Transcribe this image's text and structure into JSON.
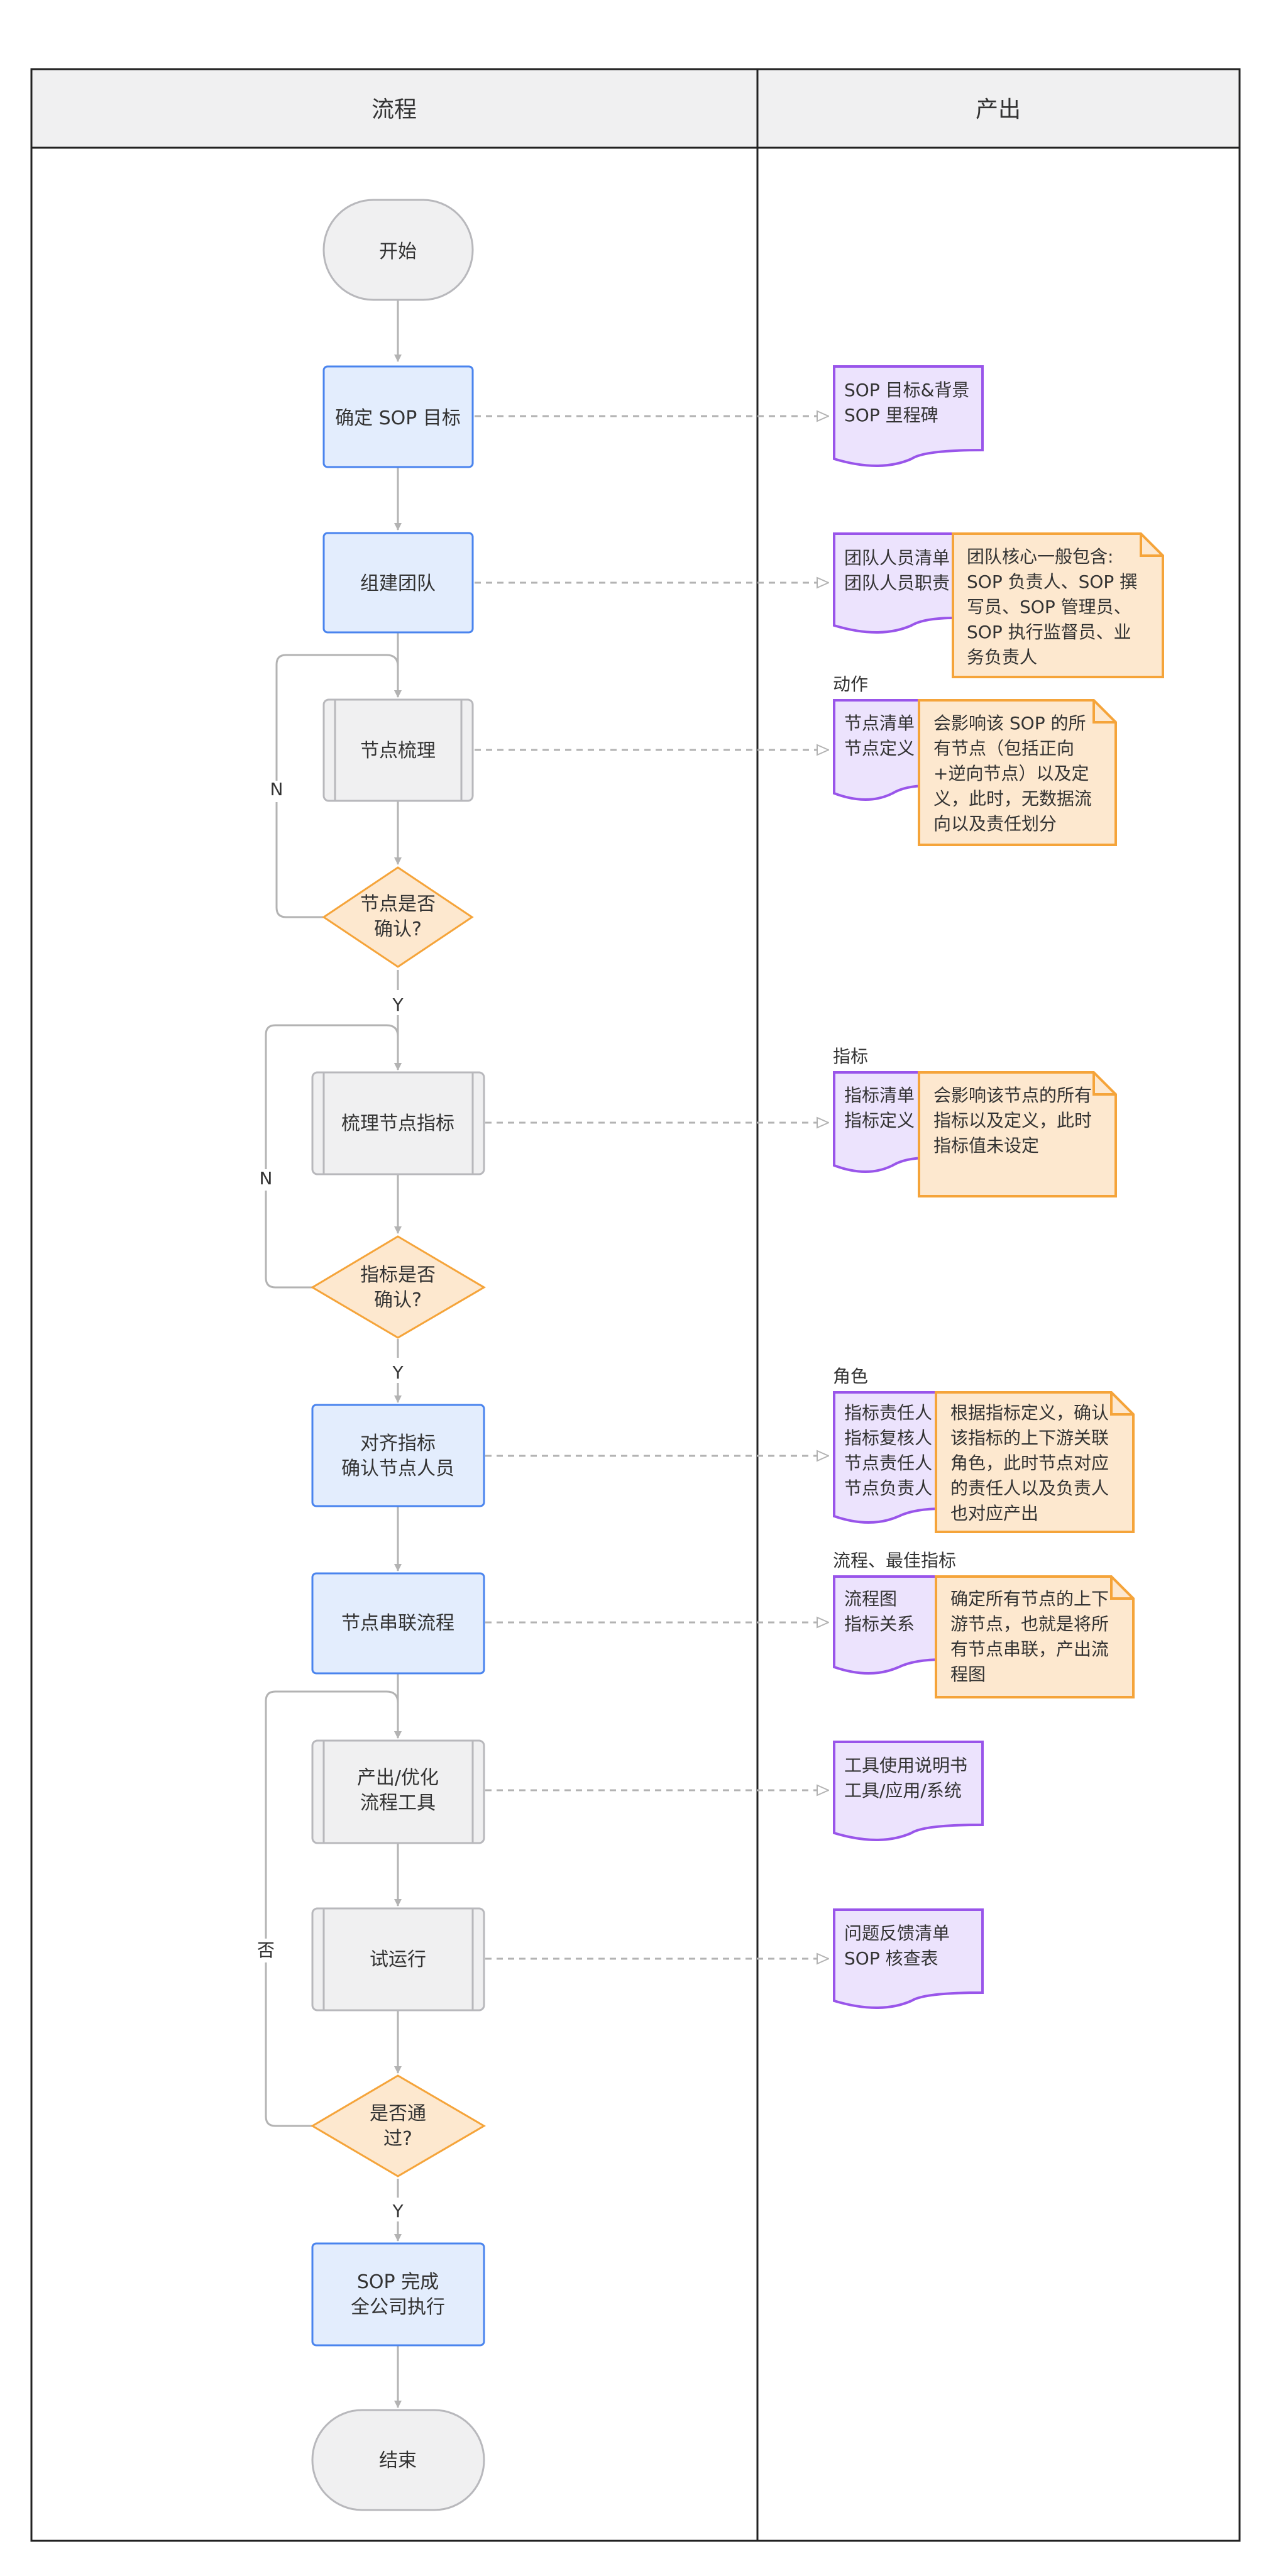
{
  "columns": {
    "process": "流程",
    "output": "产出"
  },
  "flow": {
    "start": "开始",
    "define_goal": [
      "确定 SOP 目标"
    ],
    "build_team": [
      "组建团队"
    ],
    "sort_nodes": [
      "节点梳理"
    ],
    "nodes_confirmed": [
      "节点是否",
      "确认?"
    ],
    "sort_metrics": [
      "梳理节点指标"
    ],
    "metrics_confirmed": [
      "指标是否",
      "确认?"
    ],
    "align_metrics": [
      "对齐指标",
      "确认节点人员"
    ],
    "connect_flow": [
      "节点串联流程"
    ],
    "make_tools": [
      "产出/优化",
      "流程工具"
    ],
    "trial_run": [
      "试运行"
    ],
    "passed": [
      "是否通",
      "过?"
    ],
    "sop_done": [
      "SOP 完成",
      "全公司执行"
    ],
    "end": "结束"
  },
  "edge_labels": {
    "yes": "Y",
    "no": "N",
    "no_cn": "否"
  },
  "outputs": {
    "goal": [
      "SOP 目标&背景",
      "SOP 里程碑"
    ],
    "team": [
      "团队人员清单",
      "团队人员职责"
    ],
    "team_note": [
      "团队核心一般包含:",
      "SOP 负责人、SOP 撰",
      "写员、SOP 管理员、",
      "SOP 执行监督员、业",
      "务负责人"
    ],
    "actions_caption": "动作",
    "nodes": [
      "节点清单",
      "节点定义"
    ],
    "nodes_note": [
      "会影响该 SOP 的所",
      "有节点（包括正向",
      "+逆向节点）以及定",
      "义，此时，无数据流",
      "向以及责任划分"
    ],
    "metrics_caption": "指标",
    "metrics": [
      "指标清单",
      "指标定义"
    ],
    "metrics_note": [
      "会影响该节点的所有",
      "指标以及定义，此时",
      "指标值未设定"
    ],
    "roles_caption": "角色",
    "roles": [
      "指标责任人",
      "指标复核人",
      "节点责任人",
      "节点负责人"
    ],
    "roles_note": [
      "根据指标定义，确认",
      "该指标的上下游关联",
      "角色，此时节点对应",
      "的责任人以及负责人",
      "也对应产出"
    ],
    "flow_caption": "流程、最佳指标",
    "flow_out": [
      "流程图",
      "指标关系"
    ],
    "flow_note": [
      "确定所有节点的上下",
      "游节点，也就是将所",
      "有节点串联，产出流",
      "程图"
    ],
    "tools": [
      "工具使用说明书",
      "工具/应用/系统"
    ],
    "trial": [
      "问题反馈清单",
      "SOP 核查表"
    ]
  },
  "colors": {
    "blue_fill": "#e3edfd",
    "blue_stroke": "#4a84ee",
    "gray_fill": "#f0f0f1",
    "gray_stroke": "#b8b8bc",
    "orange_fill": "#fde8cf",
    "orange_stroke": "#f5a43a",
    "purple_fill": "#ece3fd",
    "purple_stroke": "#9955ea",
    "header_fill": "#f0f0f1",
    "line": "#b3b3b3"
  }
}
